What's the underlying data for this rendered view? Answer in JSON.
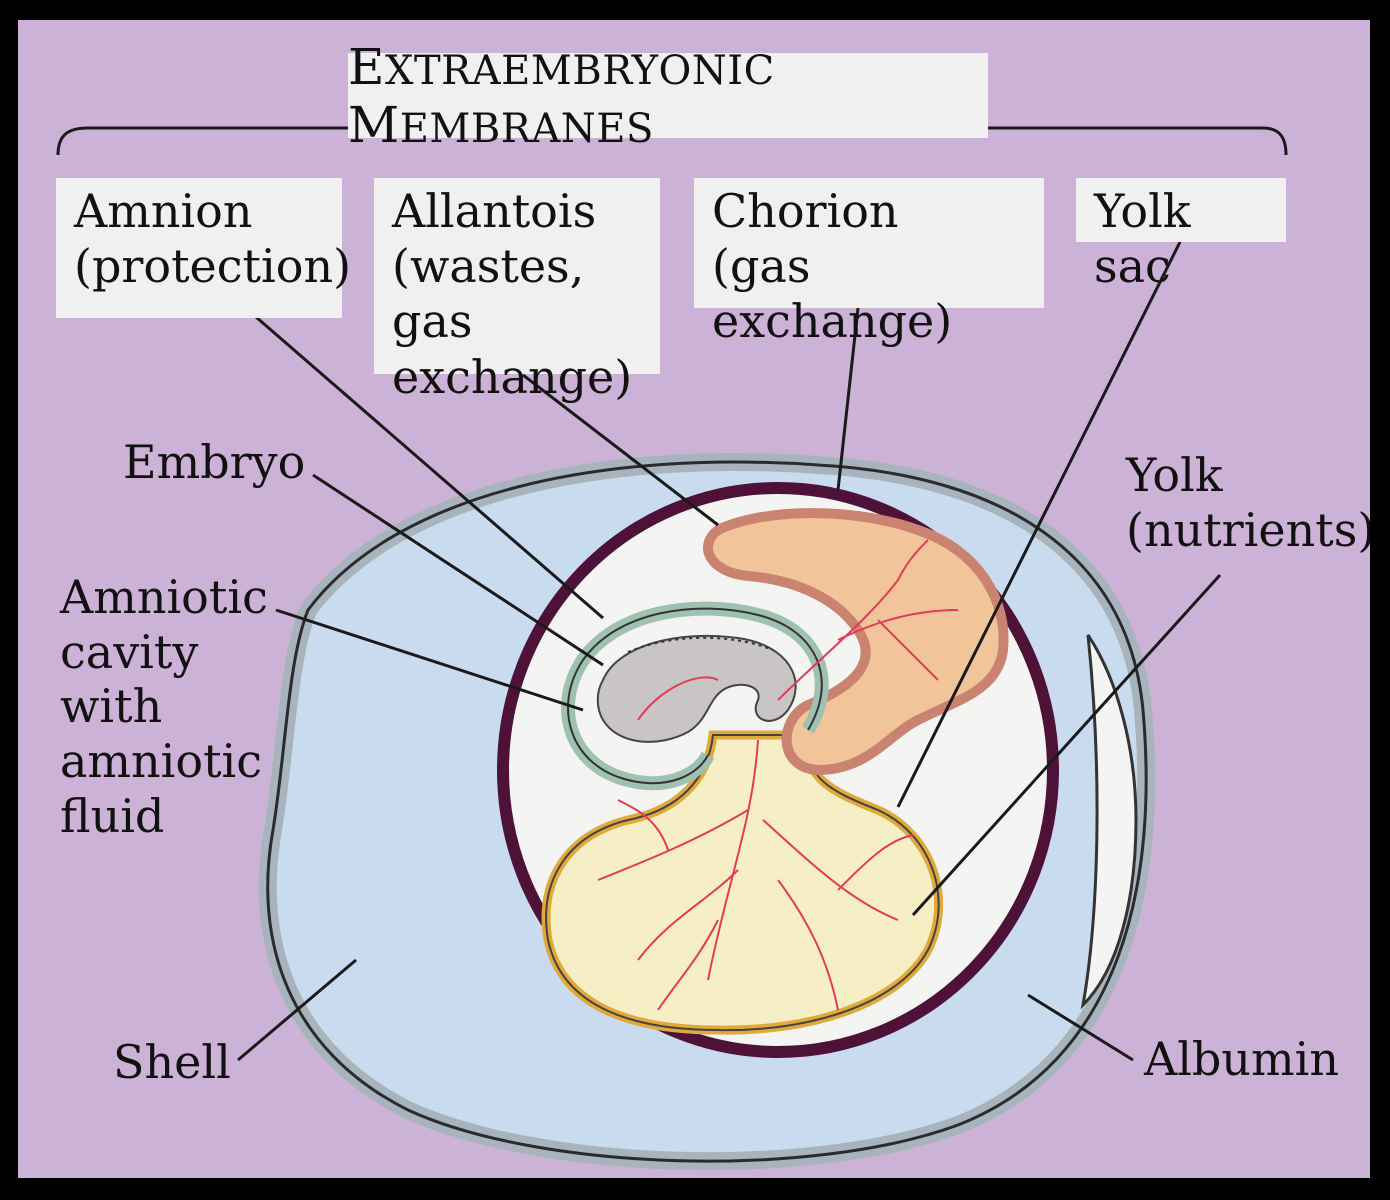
{
  "title": "EXTRAEMBRYONIC MEMBRANES",
  "membranes": [
    {
      "id": "amnion",
      "text": "Amnion\n(protection)"
    },
    {
      "id": "allantois",
      "text": "Allantois\n(wastes, gas\nexchange)"
    },
    {
      "id": "chorion",
      "text": "Chorion\n(gas exchange)"
    },
    {
      "id": "yolk-sac",
      "text": "Yolk sac"
    }
  ],
  "labels": {
    "embryo": "Embryo",
    "amniotic_cavity": "Amniotic\ncavity\nwith\namniotic\nfluid",
    "yolk": "Yolk\n(nutrients)",
    "shell": "Shell",
    "albumin": "Albumin"
  },
  "colors": {
    "background": "#cdb2d8",
    "albumin": "#c9dcef",
    "shell": "#a8b4bc",
    "chorion": "#4e1238",
    "allantois_fill": "#f2c49a",
    "allantois_edge": "#c98370",
    "yolk_fill": "#f6efc6",
    "yolk_edge": "#e0a93a",
    "amnion": "#9fc1b2",
    "embryo": "#c9c5c6",
    "vessels": "#e23b58"
  }
}
